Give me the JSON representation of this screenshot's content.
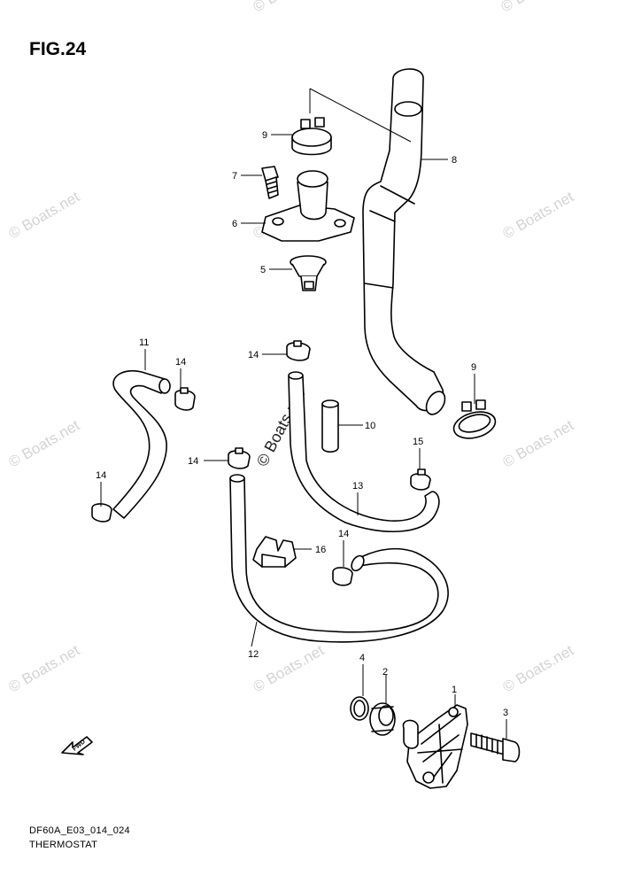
{
  "figure": {
    "title": "FIG.24",
    "code": "DF60A_E03_014_024",
    "name": "THERMOSTAT",
    "fwd_label": "FWD"
  },
  "watermark": "© Boats.net",
  "callouts": [
    "1",
    "2",
    "3",
    "4",
    "5",
    "6",
    "7",
    "8",
    "9",
    "9",
    "10",
    "11",
    "12",
    "13",
    "14",
    "14",
    "14",
    "14",
    "15",
    "16"
  ]
}
